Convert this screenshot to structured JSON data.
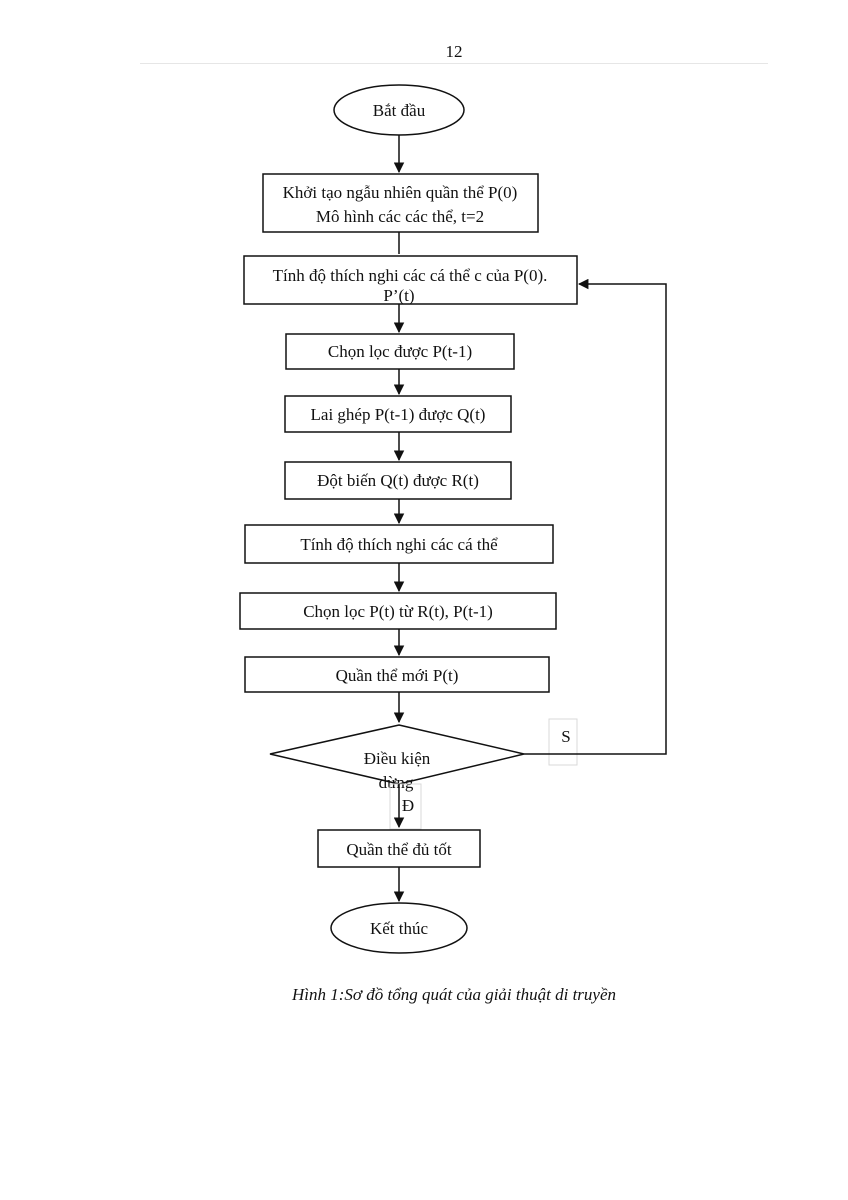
{
  "page_number": "12",
  "flowchart": {
    "start": "Bắt đầu",
    "init_line1": "Khởi tạo ngẫu nhiên quần thể P(0)",
    "init_line2": "Mô hình các các thể, t=2",
    "fitness_line1": "Tính độ thích nghi các cá thể c của P(0).",
    "fitness_line2": "P’(t)",
    "select": "Chọn lọc được P(t-1)",
    "crossover": "Lai ghép P(t-1) được Q(t)",
    "mutation": "Đột biến Q(t) được R(t)",
    "fitness2": "Tính độ thích nghi các cá thể",
    "select2": "Chọn lọc P(t) từ R(t), P(t-1)",
    "new_population": "Quần thể mới P(t)",
    "condition_line1": "Điều kiện",
    "condition_line2": "dừng",
    "no_label": "S",
    "yes_label": "Đ",
    "good_population": "Quần thể đủ tốt",
    "end": "Kết thúc"
  },
  "caption": "Hình 1:Sơ đồ tổng quát của giải thuật di truyền"
}
